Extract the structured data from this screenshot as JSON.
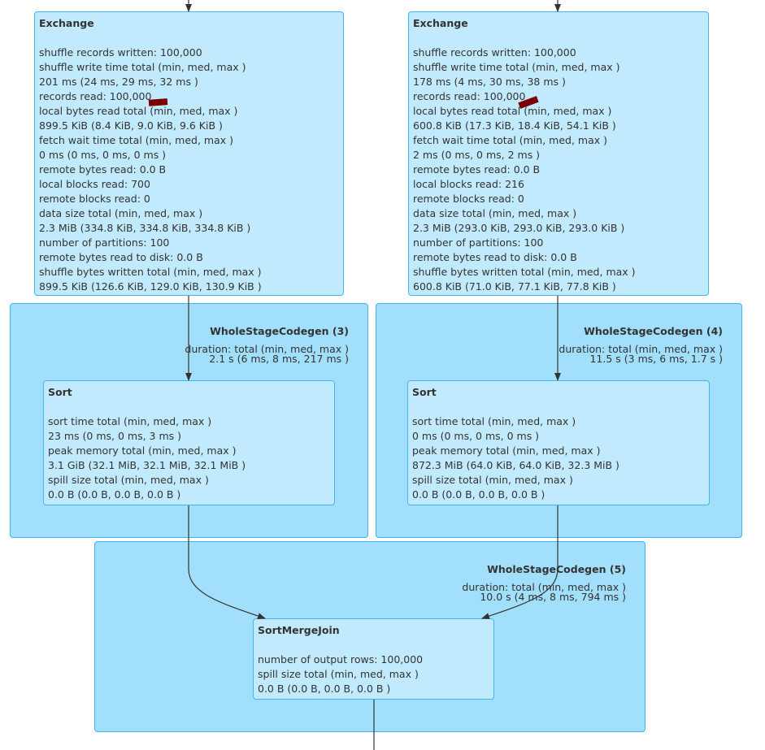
{
  "clusters": [
    {
      "title": "WholeStageCodegen (3)",
      "duration_label": "duration: total (min, med, max )",
      "duration_value": "2.1 s (6 ms, 8 ms, 217 ms )"
    },
    {
      "title": "WholeStageCodegen (4)",
      "duration_label": "duration: total (min, med, max )",
      "duration_value": "11.5 s (3 ms, 6 ms, 1.7 s )"
    },
    {
      "title": "WholeStageCodegen (5)",
      "duration_label": "duration: total (min, med, max )",
      "duration_value": "10.0 s (4 ms, 8 ms, 794 ms )"
    }
  ],
  "nodes": {
    "exchange_left": {
      "title": "Exchange",
      "lines": [
        "shuffle records written: 100,000",
        "shuffle write time total (min, med, max )",
        "201 ms (24 ms, 29 ms, 32 ms )",
        "records read: 100,000",
        "local bytes read total (min, med, max )",
        "899.5 KiB (8.4 KiB, 9.0 KiB, 9.6 KiB )",
        "fetch wait time total (min, med, max )",
        "0 ms (0 ms, 0 ms, 0 ms )",
        "remote bytes read: 0.0 B",
        "local blocks read: 700",
        "remote blocks read: 0",
        "data size total (min, med, max )",
        "2.3 MiB (334.8 KiB, 334.8 KiB, 334.8 KiB )",
        "number of partitions: 100",
        "remote bytes read to disk: 0.0 B",
        "shuffle bytes written total (min, med, max )",
        "899.5 KiB (126.6 KiB, 129.0 KiB, 130.9 KiB )"
      ]
    },
    "exchange_right": {
      "title": "Exchange",
      "lines": [
        "shuffle records written: 100,000",
        "shuffle write time total (min, med, max )",
        "178 ms (4 ms, 30 ms, 38 ms )",
        "records read: 100,000",
        "local bytes read total (min, med, max )",
        "600.8 KiB (17.3 KiB, 18.4 KiB, 54.1 KiB )",
        "fetch wait time total (min, med, max )",
        "2 ms (0 ms, 0 ms, 2 ms )",
        "remote bytes read: 0.0 B",
        "local blocks read: 216",
        "remote blocks read: 0",
        "data size total (min, med, max )",
        "2.3 MiB (293.0 KiB, 293.0 KiB, 293.0 KiB )",
        "number of partitions: 100",
        "remote bytes read to disk: 0.0 B",
        "shuffle bytes written total (min, med, max )",
        "600.8 KiB (71.0 KiB, 77.1 KiB, 77.8 KiB )"
      ]
    },
    "sort_left": {
      "title": "Sort",
      "lines": [
        "sort time total (min, med, max )",
        "23 ms (0 ms, 0 ms, 3 ms )",
        "peak memory total (min, med, max )",
        "3.1 GiB (32.1 MiB, 32.1 MiB, 32.1 MiB )",
        "spill size total (min, med, max )",
        "0.0 B (0.0 B, 0.0 B, 0.0 B )"
      ]
    },
    "sort_right": {
      "title": "Sort",
      "lines": [
        "sort time total (min, med, max )",
        "0 ms (0 ms, 0 ms, 0 ms )",
        "peak memory total (min, med, max )",
        "872.3 MiB (64.0 KiB, 64.0 KiB, 32.3 MiB )",
        "spill size total (min, med, max )",
        "0.0 B (0.0 B, 0.0 B, 0.0 B )"
      ]
    },
    "sort_merge_join": {
      "title": "SortMergeJoin",
      "lines": [
        "number of output rows: 100,000",
        "spill size total (min, med, max )",
        "0.0 B (0.0 B, 0.0 B, 0.0 B )"
      ]
    }
  },
  "colors": {
    "cluster_fill": "#a1dffd",
    "node_fill": "#c2eafe",
    "border": "#3fb5ea",
    "edge": "#333333",
    "marker": "#7a0000"
  }
}
